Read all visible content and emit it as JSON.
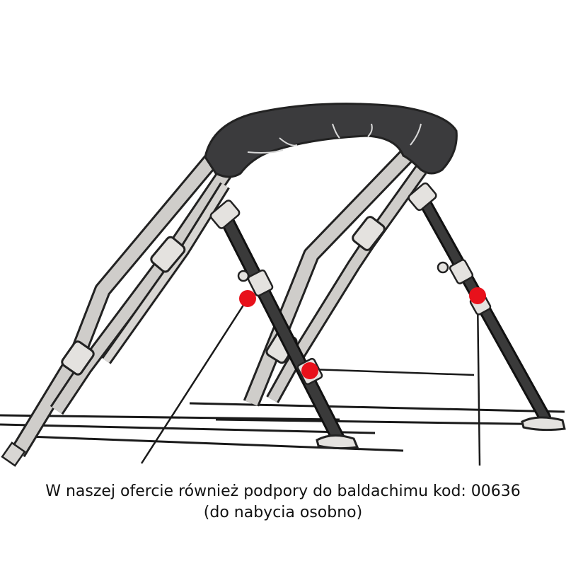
{
  "caption": {
    "line1": "W naszej ofercie również podpory do baldachimu kod: 00636",
    "line2": "(do nabycia osobno)"
  },
  "colors": {
    "canopy": "#3b3b3d",
    "frame_tube": "#c9c7c4",
    "outline": "#222222",
    "strut": "#2a2a2a",
    "marker": "#e8111b"
  },
  "markers": [
    "strut-left-upper-marker",
    "strut-right-upper-marker",
    "strut-left-lower-marker"
  ]
}
